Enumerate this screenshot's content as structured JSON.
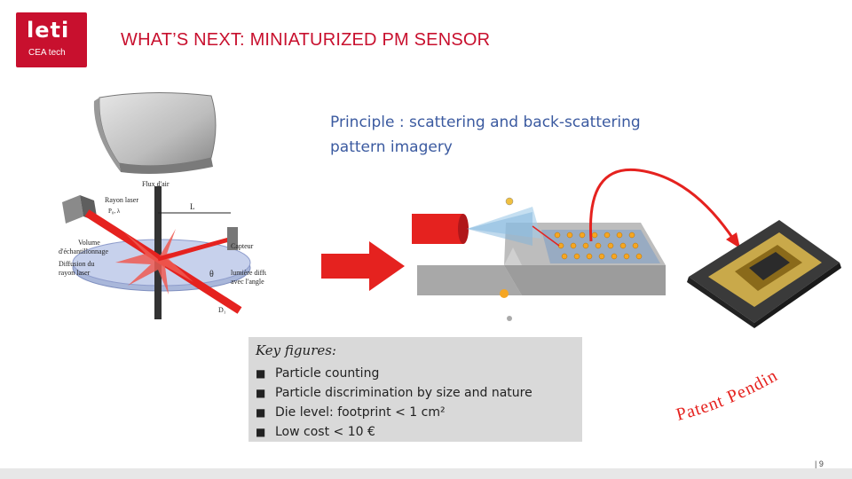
{
  "logo": {
    "word": "leti",
    "sub": "CEA tech"
  },
  "title": "WHAT’S NEXT: MINIATURIZED PM SENSOR",
  "principle": {
    "line1": "Principle : scattering and back-scattering",
    "line2": "pattern imagery"
  },
  "diagram": {
    "flux": "Flux d'air",
    "rayon": "Rayon laser",
    "volume1": "Volume",
    "volume2": "d'échantillonnage",
    "diffusion1": "Diffusion du",
    "diffusion2": "rayon laser",
    "capteur": "Capteur",
    "lumiere1": "lumière diffusée",
    "lumiere2": "avec l'angle θ",
    "L": "L",
    "theta": "θ",
    "D": "D₁",
    "param": "P₀, λ"
  },
  "key_figures": {
    "heading": "Key figures:",
    "items": [
      "Particle counting",
      "Particle discrimination by size and nature",
      "Die level: footprint < 1 cm²",
      "Low cost < 10 €"
    ]
  },
  "stamp": "Patent Pending",
  "page": "| 9",
  "colors": {
    "brand_red": "#c8102e",
    "principle_blue": "#3b5aa0",
    "arrow_red": "#e5221f"
  }
}
